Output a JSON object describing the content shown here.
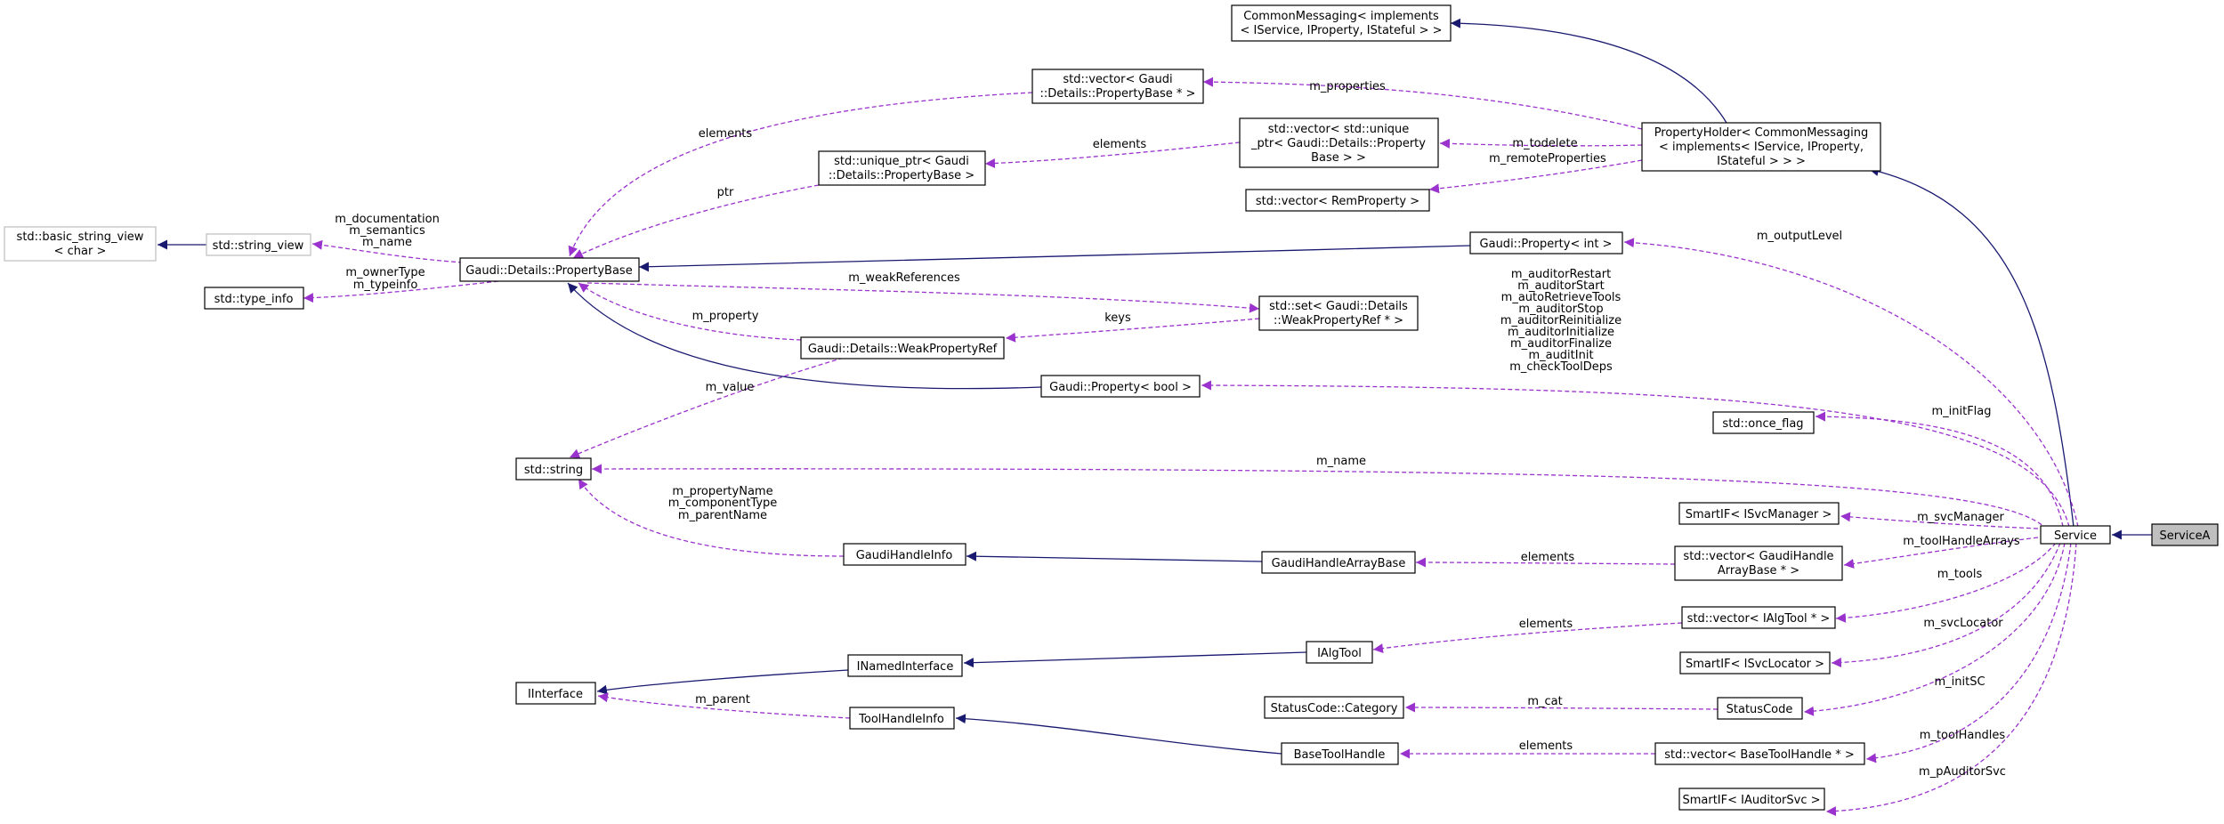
{
  "nodes": {
    "service_a": "ServiceA",
    "service": "Service",
    "property_holder": [
      "PropertyHolder< CommonMessaging",
      "< implements< IService, IProperty,",
      "IStateful > > >"
    ],
    "common_messaging": [
      "CommonMessaging< implements",
      "< IService, IProperty, IStateful > >"
    ],
    "vector_property_base": [
      "std::vector< Gaudi",
      "::Details::PropertyBase * >"
    ],
    "unique_ptr_property_base": [
      "std::unique_ptr< Gaudi",
      "::Details::PropertyBase >"
    ],
    "vector_unique_ptr": [
      "std::vector< std::unique",
      "_ptr< Gaudi::Details::Property",
      "Base > >"
    ],
    "vector_rem_property": "std::vector< RemProperty >",
    "basic_string_view": [
      "std::basic_string_view",
      "< char >"
    ],
    "string_view": "std::string_view",
    "property_base": "Gaudi::Details::PropertyBase",
    "type_info": "std::type_info",
    "property_int": "Gaudi::Property< int >",
    "set_weak_ref": [
      "std::set< Gaudi::Details",
      "::WeakPropertyRef * >"
    ],
    "weak_property_ref": "Gaudi::Details::WeakPropertyRef",
    "property_bool": "Gaudi::Property< bool >",
    "once_flag": "std::once_flag",
    "std_string": "std::string",
    "smartif_svc_manager": "SmartIF< ISvcManager >",
    "gaudi_handle_info": "GaudiHandleInfo",
    "gaudi_handle_array_base": "GaudiHandleArrayBase",
    "vector_gaudi_handle_array": [
      "std::vector< GaudiHandle",
      "ArrayBase * >"
    ],
    "vector_ialgtool": "std::vector< IAlgTool * >",
    "ialgtool": "IAlgTool",
    "inamed_interface": "INamedInterface",
    "smartif_svc_locator": "SmartIF< ISvcLocator >",
    "iinterface": "IInterface",
    "status_code_category": "StatusCode::Category",
    "status_code": "StatusCode",
    "tool_handle_info": "ToolHandleInfo",
    "base_tool_handle": "BaseToolHandle",
    "vector_base_tool_handle": "std::vector< BaseToolHandle * >",
    "smartif_auditor_svc": "SmartIF< IAuditorSvc >"
  },
  "edge_labels": {
    "m_properties": "m_properties",
    "elements_vector_pb": "elements",
    "elements_unique": "elements",
    "ptr": "ptr",
    "m_todelete": "m_todelete",
    "m_remoteProperties": "m_remoteProperties",
    "string_view_members": [
      "m_documentation",
      "m_semantics",
      "m_name"
    ],
    "type_info_members": [
      "m_ownerType",
      "m_typeinfo"
    ],
    "m_outputLevel": "m_outputLevel",
    "m_weakReferences": "m_weakReferences",
    "keys": "keys",
    "m_property": "m_property",
    "bool_members": [
      "m_auditorRestart",
      "m_auditorStart",
      "m_autoRetrieveTools",
      "m_auditorStop",
      "m_auditorReinitialize",
      "m_auditorInitialize",
      "m_auditorFinalize",
      "m_auditInit",
      "m_checkToolDeps"
    ],
    "m_value": "m_value",
    "m_initFlag": "m_initFlag",
    "m_name": "m_name",
    "handle_info_members": [
      "m_propertyName",
      "m_componentType",
      "m_parentName"
    ],
    "m_svcManager": "m_svcManager",
    "m_toolHandleArrays": "m_toolHandleArrays",
    "elements_gaudi_handle": "elements",
    "m_tools": "m_tools",
    "elements_algtool": "elements",
    "m_svcLocator": "m_svcLocator",
    "m_parent": "m_parent",
    "m_cat": "m_cat",
    "m_initSC": "m_initSC",
    "elements_tool_handle": "elements",
    "m_toolHandles": "m_toolHandles",
    "m_pAuditorSvc": "m_pAuditorSvc"
  },
  "colors": {
    "inheritance_edge": "#191970",
    "member_edge": "#9a32cd",
    "highlight_fill": "#bfbfbf",
    "node_border": "#000000",
    "external_node_border": "#bfbfbf"
  }
}
